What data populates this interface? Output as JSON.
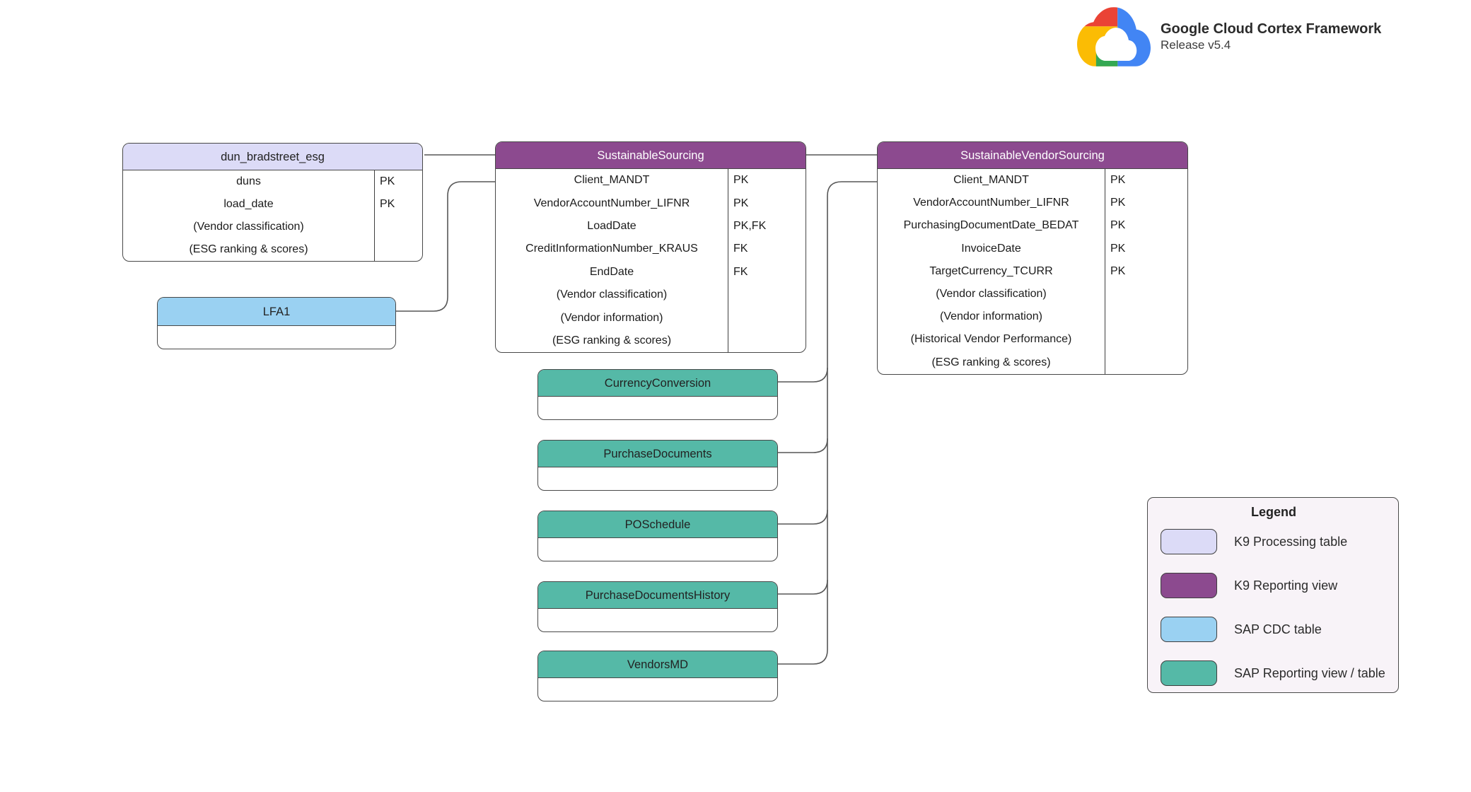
{
  "brand": {
    "logo_icon": "google-cloud-logo",
    "title": "Google Cloud Cortex Framework",
    "subtitle": "Release v5.4"
  },
  "diagram": {
    "tables": [
      {
        "name": "dun_bradstreet_esg",
        "type": "K9 Processing table",
        "header_color": "#DCDBF7",
        "rows": [
          {
            "label": "duns",
            "key": "PK"
          },
          {
            "label": "load_date",
            "key": "PK"
          },
          {
            "label": "(Vendor classification)",
            "key": ""
          },
          {
            "label": "(ESG ranking & scores)",
            "key": ""
          }
        ]
      },
      {
        "name": "SustainableSourcing",
        "type": "K9 Reporting view",
        "header_color": "#8C4A8F",
        "rows": [
          {
            "label": "Client_MANDT",
            "key": "PK"
          },
          {
            "label": "VendorAccountNumber_LIFNR",
            "key": "PK"
          },
          {
            "label": "LoadDate",
            "key": "PK,FK"
          },
          {
            "label": "CreditInformationNumber_KRAUS",
            "key": "FK"
          },
          {
            "label": "EndDate",
            "key": "FK"
          },
          {
            "label": "(Vendor classification)",
            "key": ""
          },
          {
            "label": "(Vendor information)",
            "key": ""
          },
          {
            "label": "(ESG ranking & scores)",
            "key": ""
          }
        ]
      },
      {
        "name": "SustainableVendorSourcing",
        "type": "K9 Reporting view",
        "header_color": "#8C4A8F",
        "rows": [
          {
            "label": "Client_MANDT",
            "key": "PK"
          },
          {
            "label": "VendorAccountNumber_LIFNR",
            "key": "PK"
          },
          {
            "label": "PurchasingDocumentDate_BEDAT",
            "key": "PK"
          },
          {
            "label": "InvoiceDate",
            "key": "PK"
          },
          {
            "label": "TargetCurrency_TCURR",
            "key": "PK"
          },
          {
            "label": "(Vendor classification)",
            "key": ""
          },
          {
            "label": "(Vendor information)",
            "key": ""
          },
          {
            "label": "(Historical Vendor Performance)",
            "key": ""
          },
          {
            "label": "(ESG ranking & scores)",
            "key": ""
          }
        ]
      },
      {
        "name": "LFA1",
        "type": "SAP CDC table",
        "header_color": "#9AD1F2",
        "rows": []
      },
      {
        "name": "CurrencyConversion",
        "type": "SAP Reporting view / table",
        "header_color": "#55B9A7",
        "rows": []
      },
      {
        "name": "PurchaseDocuments",
        "type": "SAP Reporting view / table",
        "header_color": "#55B9A7",
        "rows": []
      },
      {
        "name": "POSchedule",
        "type": "SAP Reporting view / table",
        "header_color": "#55B9A7",
        "rows": []
      },
      {
        "name": "PurchaseDocumentsHistory",
        "type": "SAP Reporting view / table",
        "header_color": "#55B9A7",
        "rows": []
      },
      {
        "name": "VendorsMD",
        "type": "SAP Reporting view / table",
        "header_color": "#55B9A7",
        "rows": []
      }
    ]
  },
  "legend": {
    "title": "Legend",
    "items": [
      {
        "label": "K9 Processing table",
        "color": "#DCDBF7"
      },
      {
        "label": "K9 Reporting view",
        "color": "#8C4A8F"
      },
      {
        "label": "SAP CDC table",
        "color": "#9AD1F2"
      },
      {
        "label": "SAP Reporting view / table",
        "color": "#55B9A7"
      }
    ]
  },
  "colors": {
    "k9_processing": "#DCDBF7",
    "k9_reporting": "#8C4A8F",
    "sap_cdc": "#9AD1F2",
    "sap_reporting": "#55B9A7",
    "connector": "#575757",
    "legend_bg": "#F8F3F8"
  }
}
